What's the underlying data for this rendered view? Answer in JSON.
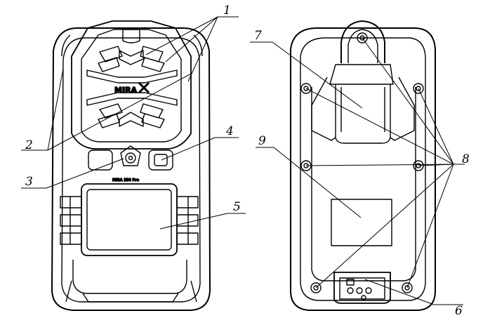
{
  "diagram": {
    "front_view": {
      "brand_text": "MIRA",
      "model_text": "MIRA 256 Pro",
      "callouts": [
        "1",
        "2",
        "3",
        "4",
        "5"
      ]
    },
    "back_view": {
      "callouts": [
        "6",
        "7",
        "8",
        "9"
      ]
    }
  }
}
